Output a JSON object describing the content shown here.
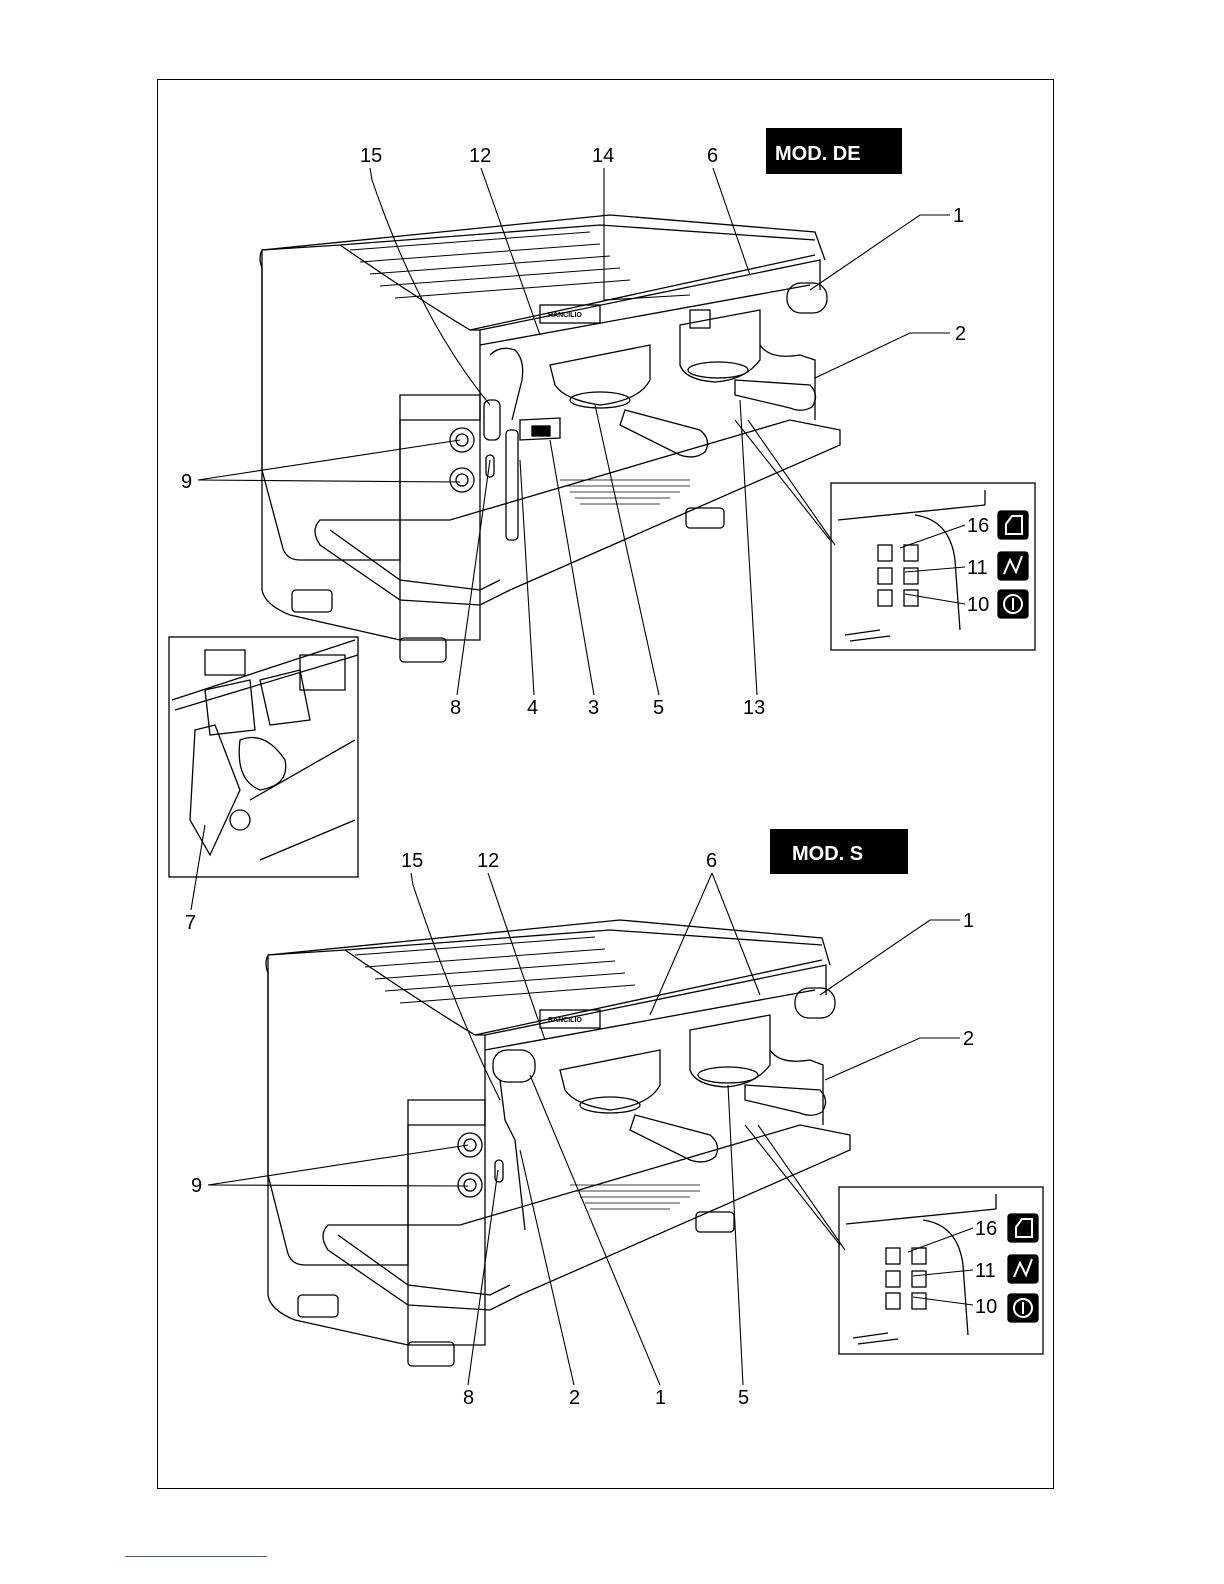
{
  "panels": {
    "top": {
      "model_label": "MOD. DE",
      "brand": "RANCILIO"
    },
    "bottom": {
      "model_label": "MOD. S",
      "brand": "RANCILIO"
    }
  },
  "callouts": {
    "top": [
      "15",
      "12",
      "14",
      "6",
      "1",
      "2",
      "9",
      "16",
      "11",
      "10",
      "8",
      "4",
      "3",
      "5",
      "13"
    ],
    "bottom": [
      "15",
      "12",
      "6",
      "1",
      "2",
      "9",
      "16",
      "11",
      "10",
      "8",
      "2",
      "1",
      "5"
    ],
    "inset": [
      "7"
    ]
  },
  "colors": {
    "line": "#000000",
    "badge_bg": "#000000",
    "badge_text": "#ffffff"
  }
}
